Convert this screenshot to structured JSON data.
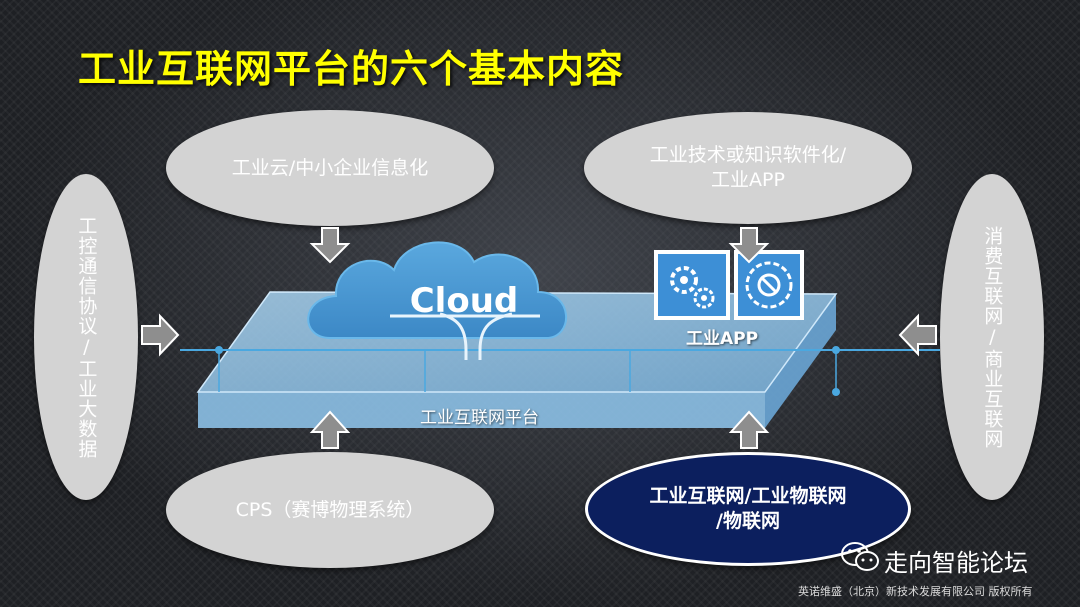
{
  "title": "工业互联网平台的六个基本内容",
  "nodes": {
    "top_left": "工业云/中小企业信息化",
    "top_right_line1": "工业技术或知识软件化/",
    "top_right_line2": "工业APP",
    "left_vertical": "工控通信协议/工业大数据",
    "right_vertical": "消费互联网/商业互联网",
    "bottom_left": "CPS（赛博物理系统）",
    "bottom_right_line1": "工业互联网/工业物联网",
    "bottom_right_line2": "/物联网"
  },
  "platform": {
    "cloud_label": "Cloud",
    "app_label": "工业APP",
    "platform_label": "工业互联网平台"
  },
  "footer": {
    "brand": "走向智能论坛",
    "copyright": "英诺维盛（北京）新技术发展有限公司  版权所有"
  },
  "colors": {
    "title": "#ffff00",
    "ellipse": "#d3d3d3",
    "highlight_ellipse": "#0c1f5e",
    "platform": "#9cc9ea",
    "cloud": "#4a9ad4"
  }
}
